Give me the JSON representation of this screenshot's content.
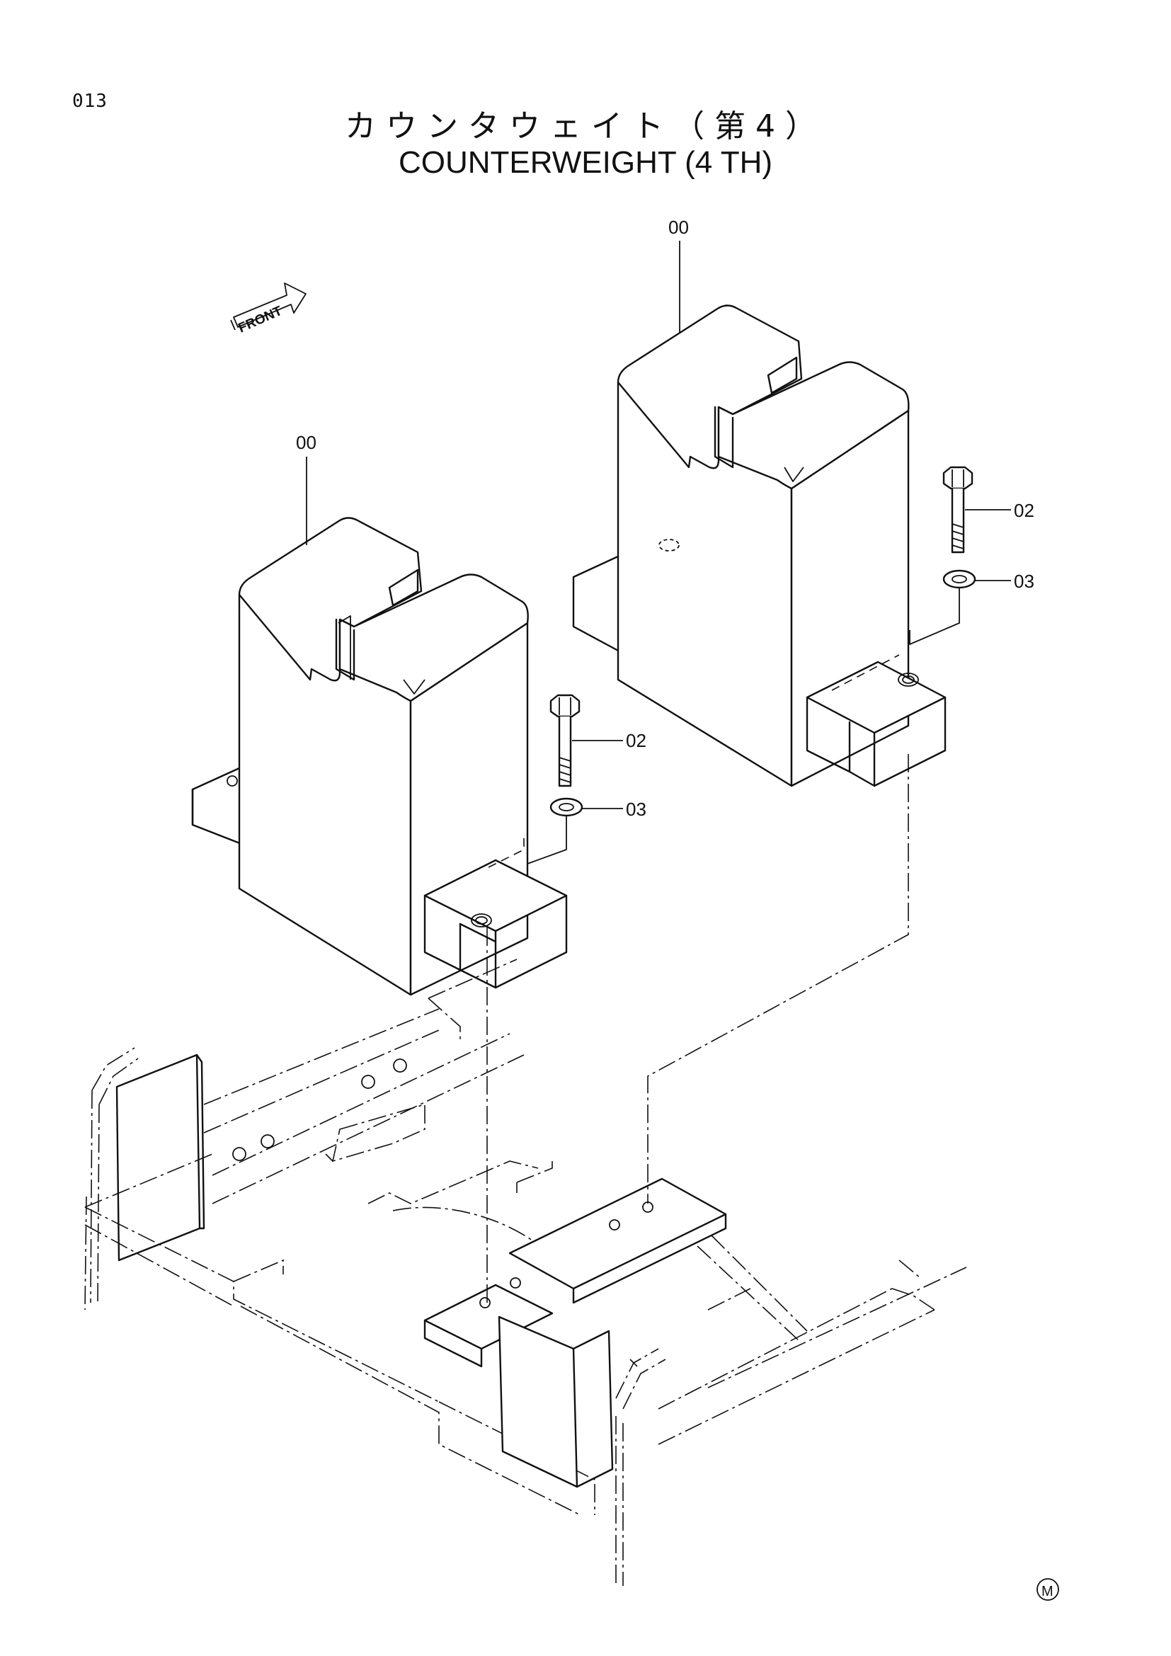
{
  "page_number": "013",
  "title": {
    "japanese": "カウンタウェイト（第4）",
    "english": "COUNTERWEIGHT (4 TH)"
  },
  "front_arrow": "FRONT",
  "callouts": {
    "weight_left": "00",
    "weight_right": "00",
    "bolt_left": "02",
    "washer_left": "03",
    "bolt_right": "02",
    "washer_right": "03"
  },
  "mark": "M"
}
